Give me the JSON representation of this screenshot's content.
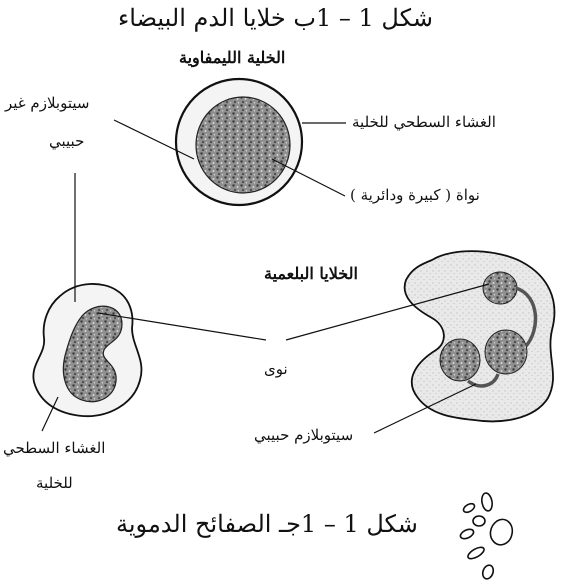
{
  "figure_b": {
    "title": "شكل 1 – 1ب  خلايا الدم البيضاء",
    "lymphocyte_heading": "الخلية الليمفاوية",
    "label_cell_membrane": "الغشاء السطحي للخلية",
    "label_agranular_cytoplasm_line1": "سيتوبلازم غير",
    "label_agranular_cytoplasm_line2": "حبيبي",
    "label_nucleus_large_round": "نواة ( كبيرة ودائرية )",
    "phagocytes_heading": "الخلايا البلعمية",
    "label_nuclei": "نوى",
    "label_granular_cytoplasm": "سيتوبلازم حبيبي",
    "label_surface_membrane_line1": "الغشاء السطحي",
    "label_surface_membrane_line2": "للخلية"
  },
  "figure_c": {
    "title": "شكل 1 – 1جـ  الصفائح الدموية"
  },
  "colors": {
    "ink": "#111111",
    "cytoplasm_fill": "#ebebeb",
    "nucleus_fill": "#8a8a8a"
  }
}
